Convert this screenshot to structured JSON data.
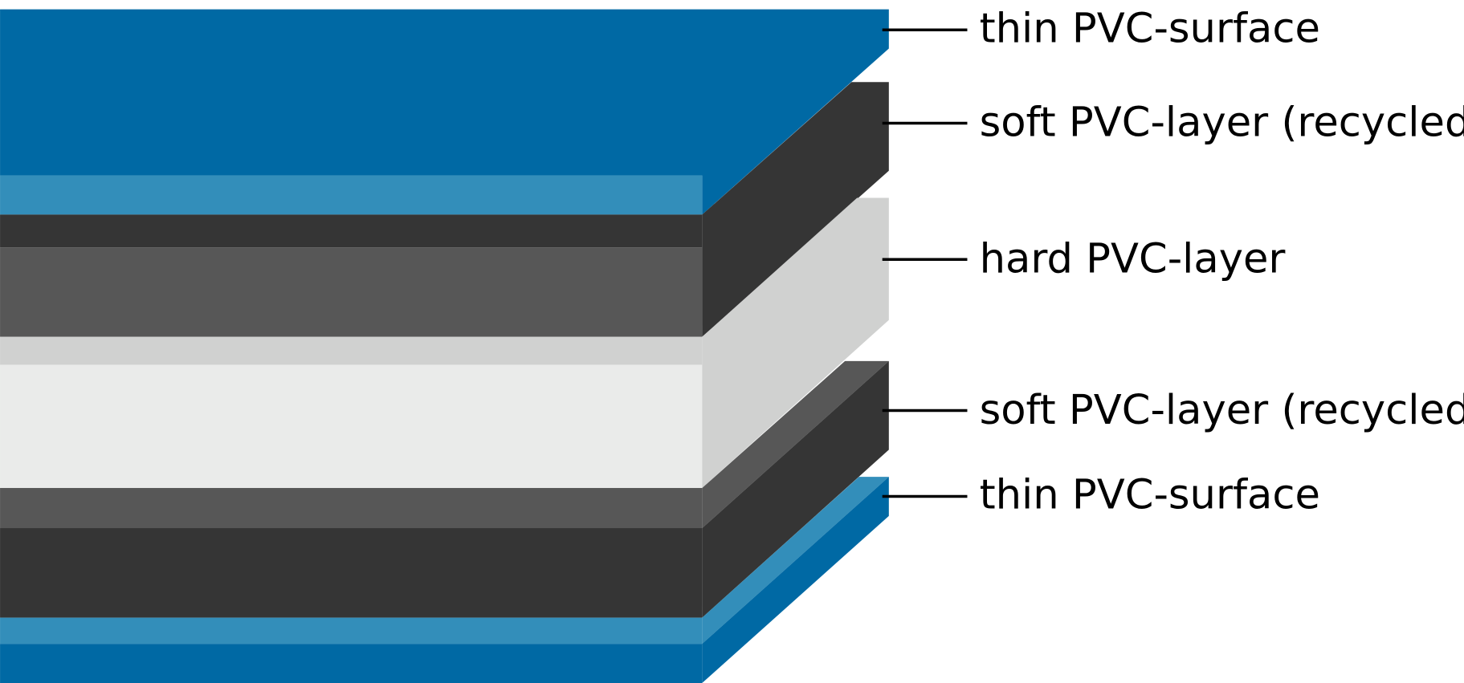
{
  "labels": [
    "thin PVC-surface",
    "soft PVC-layer (recycled)",
    "hard PVC-layer",
    "soft PVC-layer (recycled)",
    "thin PVC-surface"
  ],
  "colors": {
    "blue_dark": "#0069A4",
    "blue_light": "#338EBA",
    "dark_gray": "#353535",
    "mid_gray": "#575757",
    "light_gray": "#D0D1D0",
    "off_white": "#EAEBEA"
  }
}
